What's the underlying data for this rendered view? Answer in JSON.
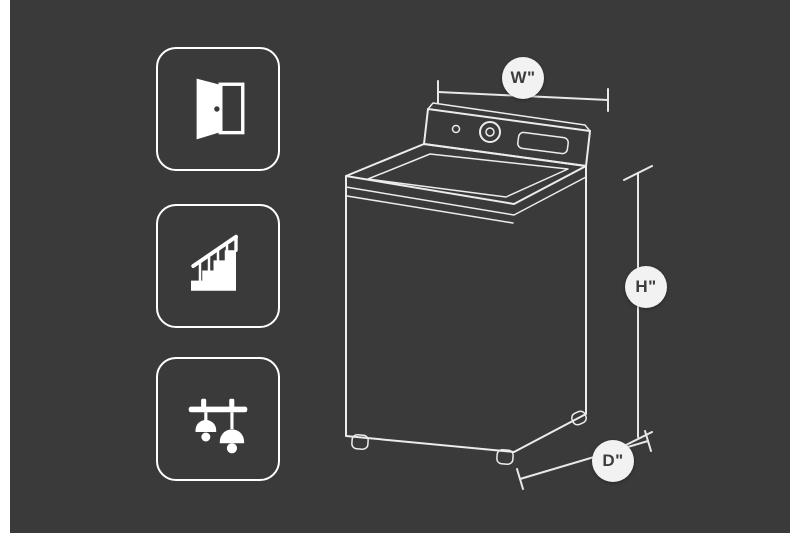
{
  "dimension_labels": {
    "width": "W\"",
    "height": "H\"",
    "depth": "D\""
  },
  "icon_tiles": [
    {
      "name": "open-door"
    },
    {
      "name": "staircase"
    },
    {
      "name": "ceiling-lights"
    }
  ],
  "colors": {
    "panel_background": "#3a3a3a",
    "line": "#ececec",
    "icon": "#ffffff",
    "badge_background": "#f2f2f2",
    "badge_text": "#3d3d3d",
    "page_margin": "#ffffff"
  }
}
